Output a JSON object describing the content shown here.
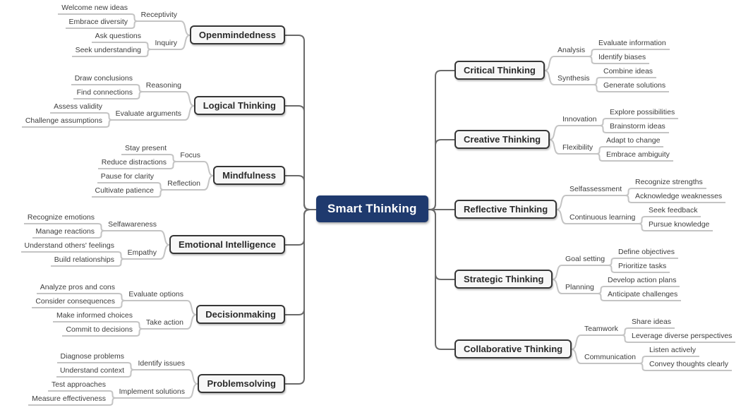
{
  "root": {
    "label": "Smart Thinking"
  },
  "colors": {
    "root_fill": "#1F3A6E",
    "root_text": "#ffffff",
    "trunk_line": "#6a6a6a",
    "branch_line": "#c4c4c4",
    "topic_border": "#363636",
    "topic_fill": "#f7f7f7",
    "text": "#3d3d3d",
    "background": "#ffffff"
  },
  "left_branches": [
    {
      "label": "Openmindedness",
      "children": [
        {
          "label": "Receptivity",
          "children": [
            "Welcome new ideas",
            "Embrace diversity"
          ]
        },
        {
          "label": "Inquiry",
          "children": [
            "Ask questions",
            "Seek understanding"
          ]
        }
      ]
    },
    {
      "label": "Logical Thinking",
      "children": [
        {
          "label": "Reasoning",
          "children": [
            "Draw conclusions",
            "Find connections"
          ]
        },
        {
          "label": "Evaluate arguments",
          "children": [
            "Assess validity",
            "Challenge assumptions"
          ]
        }
      ]
    },
    {
      "label": "Mindfulness",
      "children": [
        {
          "label": "Focus",
          "children": [
            "Stay present",
            "Reduce distractions"
          ]
        },
        {
          "label": "Reflection",
          "children": [
            "Pause for clarity",
            "Cultivate patience"
          ]
        }
      ]
    },
    {
      "label": "Emotional Intelligence",
      "children": [
        {
          "label": "Selfawareness",
          "children": [
            "Recognize emotions",
            "Manage reactions"
          ]
        },
        {
          "label": "Empathy",
          "children": [
            "Understand others' feelings",
            "Build relationships"
          ]
        }
      ]
    },
    {
      "label": "Decisionmaking",
      "children": [
        {
          "label": "Evaluate options",
          "children": [
            "Analyze pros and cons",
            "Consider consequences"
          ]
        },
        {
          "label": "Take action",
          "children": [
            "Make informed choices",
            "Commit to decisions"
          ]
        }
      ]
    },
    {
      "label": "Problemsolving",
      "children": [
        {
          "label": "Identify issues",
          "children": [
            "Diagnose problems",
            "Understand context"
          ]
        },
        {
          "label": "Implement solutions",
          "children": [
            "Test approaches",
            "Measure effectiveness"
          ]
        }
      ]
    }
  ],
  "right_branches": [
    {
      "label": "Critical Thinking",
      "children": [
        {
          "label": "Analysis",
          "children": [
            "Evaluate information",
            "Identify biases"
          ]
        },
        {
          "label": "Synthesis",
          "children": [
            "Combine ideas",
            "Generate solutions"
          ]
        }
      ]
    },
    {
      "label": "Creative Thinking",
      "children": [
        {
          "label": "Innovation",
          "children": [
            "Explore possibilities",
            "Brainstorm ideas"
          ]
        },
        {
          "label": "Flexibility",
          "children": [
            "Adapt to change",
            "Embrace ambiguity"
          ]
        }
      ]
    },
    {
      "label": "Reflective Thinking",
      "children": [
        {
          "label": "Selfassessment",
          "children": [
            "Recognize strengths",
            "Acknowledge weaknesses"
          ]
        },
        {
          "label": "Continuous learning",
          "children": [
            "Seek feedback",
            "Pursue knowledge"
          ]
        }
      ]
    },
    {
      "label": "Strategic Thinking",
      "children": [
        {
          "label": "Goal setting",
          "children": [
            "Define objectives",
            "Prioritize tasks"
          ]
        },
        {
          "label": "Planning",
          "children": [
            "Develop action plans",
            "Anticipate challenges"
          ]
        }
      ]
    },
    {
      "label": "Collaborative Thinking",
      "children": [
        {
          "label": "Teamwork",
          "children": [
            "Share ideas",
            "Leverage diverse perspectives"
          ]
        },
        {
          "label": "Communication",
          "children": [
            "Listen actively",
            "Convey thoughts clearly"
          ]
        }
      ]
    }
  ]
}
